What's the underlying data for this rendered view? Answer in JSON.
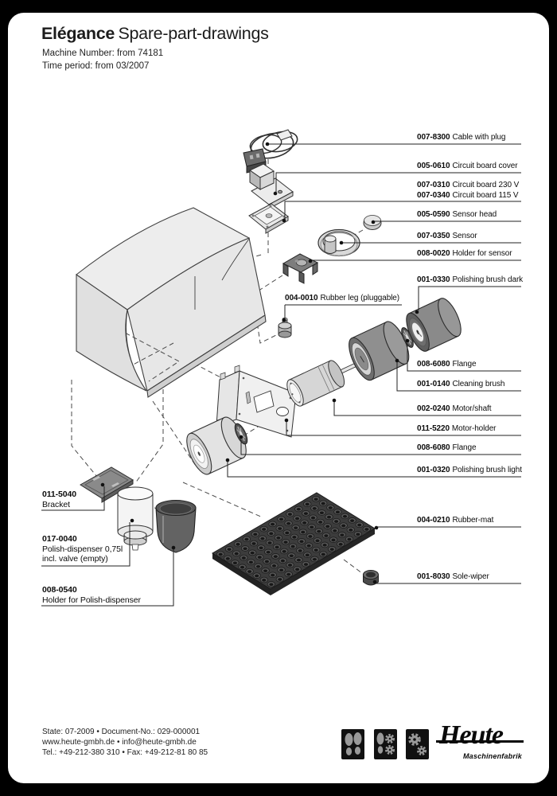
{
  "page": {
    "title_main": "Elégance",
    "title_sub": "Spare-part-drawings",
    "machine_number": "Machine Number: from 74181",
    "time_period": "Time period: from 03/2007"
  },
  "parts": {
    "cable_with_plug": {
      "number": "007-8300",
      "name": "Cable with plug"
    },
    "circuit_board_cover": {
      "number": "005-0610",
      "name": "Circuit board cover"
    },
    "circuit_board_230": {
      "number": "007-0310",
      "name": "Circuit board 230 V"
    },
    "circuit_board_115": {
      "number": "007-0340",
      "name": "Circuit board 115 V"
    },
    "sensor_head": {
      "number": "005-0590",
      "name": "Sensor head"
    },
    "sensor": {
      "number": "007-0350",
      "name": "Sensor"
    },
    "holder_for_sensor": {
      "number": "008-0020",
      "name": "Holder for sensor"
    },
    "polishing_brush_dark": {
      "number": "001-0330",
      "name": "Polishing brush dark"
    },
    "rubber_leg": {
      "number": "004-0010",
      "name": "Rubber leg (pluggable)"
    },
    "flange_top": {
      "number": "008-6080",
      "name": "Flange"
    },
    "cleaning_brush": {
      "number": "001-0140",
      "name": "Cleaning brush"
    },
    "motor_shaft": {
      "number": "002-0240",
      "name": "Motor/shaft"
    },
    "motor_holder": {
      "number": "011-5220",
      "name": "Motor-holder"
    },
    "flange_bottom": {
      "number": "008-6080",
      "name": "Flange"
    },
    "polishing_brush_light": {
      "number": "001-0320",
      "name": "Polishing brush light"
    },
    "rubber_mat": {
      "number": "004-0210",
      "name": "Rubber-mat"
    },
    "sole_wiper": {
      "number": "001-8030",
      "name": "Sole-wiper"
    },
    "bracket": {
      "number": "011-5040",
      "name": "Bracket"
    },
    "polish_dispenser": {
      "number": "017-0040",
      "name": "Polish-dispenser 0,75l",
      "name2": "incl. valve (empty)"
    },
    "holder_polish_dispenser": {
      "number": "008-0540",
      "name": "Holder for Polish-dispenser"
    }
  },
  "footer": {
    "line1": "State: 07-2009  •  Document-No.: 029-000001",
    "line2": "www.heute-gmbh.de • info@heute-gmbh.de",
    "line3": "Tel.: +49-212-380 310 • Fax: +49-212-81 80 85",
    "logo_brand": "Heute",
    "logo_sub": "Maschinenfabrik",
    "logo_icons": [
      "shoe-soles",
      "sole-and-gears",
      "gears"
    ]
  },
  "colors": {
    "page_bg": "#ffffff",
    "frame_bg": "#000000",
    "line": "#222222",
    "part_light": "#ececec",
    "part_dark": "#5f5f5f",
    "mat_dark": "#3c3c3c"
  }
}
